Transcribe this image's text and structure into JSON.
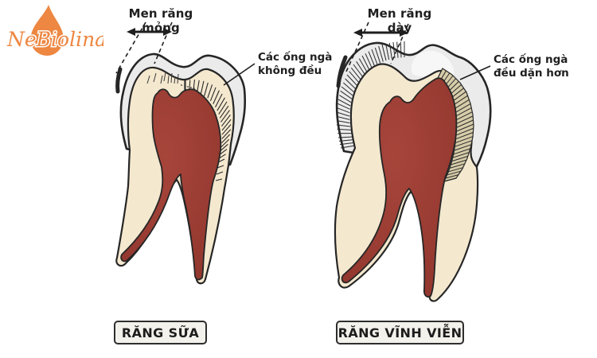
{
  "logo": {
    "text": "NeBiolina",
    "color": "#ed8742"
  },
  "annotations": {
    "left_enamel_label": "Men răng mỏng",
    "right_enamel_label": "Men răng dày",
    "left_tubules_line1": "Các ống ngà",
    "left_tubules_line2": "không đều",
    "right_tubules_line1": "Các ống ngà",
    "right_tubules_line2": "đều dặn hơn"
  },
  "captions": {
    "left": "RĂNG SỮA",
    "right": "RĂNG VĨNH VIỄN"
  },
  "colors": {
    "outline": "#262626",
    "enamel": "#ebebeb",
    "enamel_highlight": "#fafafa",
    "dentin": "#f4e8cf",
    "pulp": "#a7453b",
    "pulp_dark": "#90362d",
    "tan_band": "#d7cca9",
    "logo_orange": "#ed8742",
    "box_bg": "#f2f1eb"
  }
}
